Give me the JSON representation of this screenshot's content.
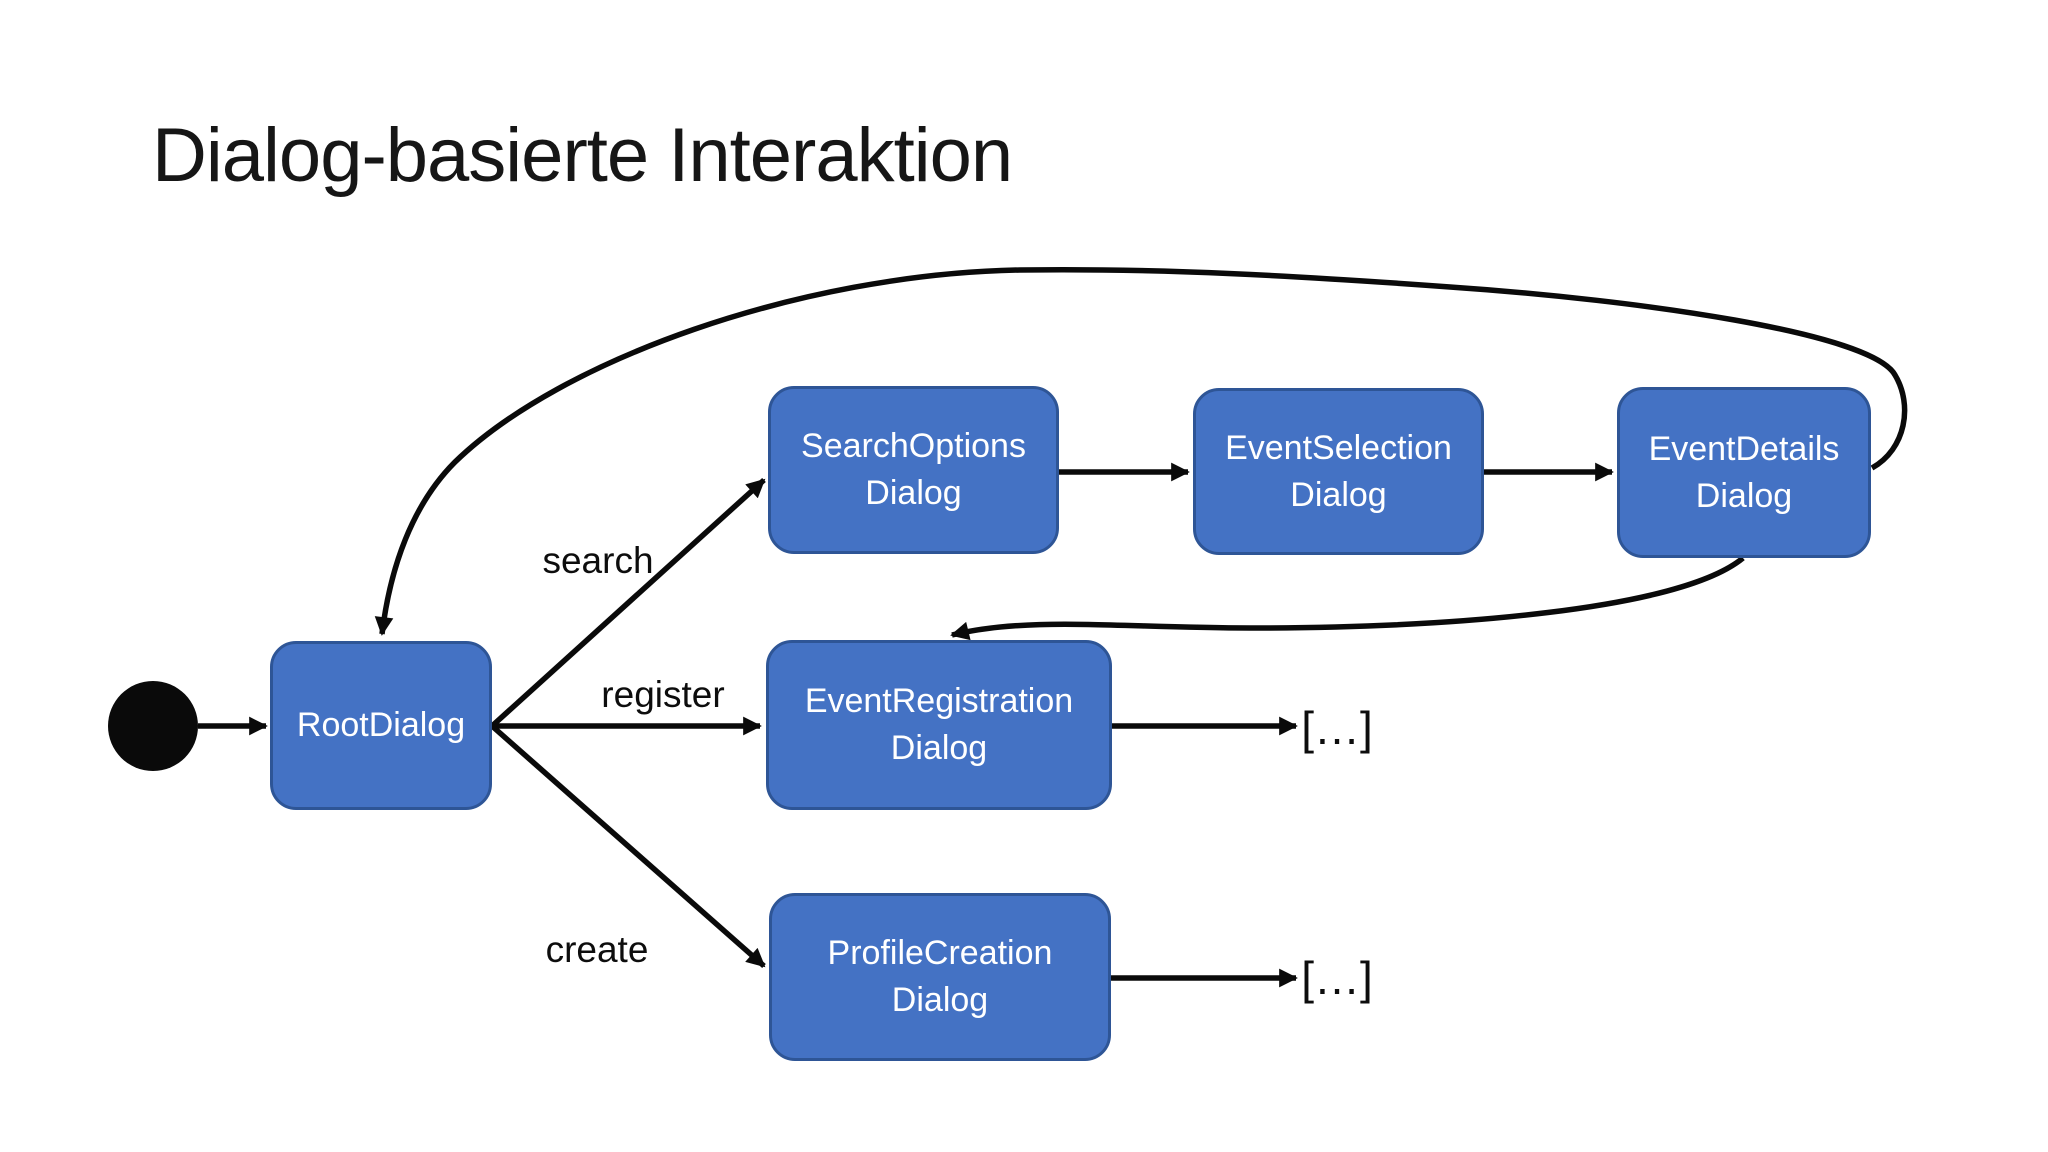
{
  "slide": {
    "title": "Dialog-basierte Interaktion"
  },
  "colors": {
    "node_fill": "#4472c4",
    "node_border": "#2e5596",
    "node_text": "#ffffff",
    "line": "#0a0a0a",
    "title_text": "#161616"
  },
  "diagram": {
    "type": "state-diagram",
    "start_state": "initial-state-dot",
    "nodes": {
      "root": {
        "label": "RootDialog"
      },
      "search_options": {
        "line1": "SearchOptions",
        "line2": "Dialog"
      },
      "event_selection": {
        "line1": "EventSelection",
        "line2": "Dialog"
      },
      "event_details": {
        "line1": "EventDetails",
        "line2": "Dialog"
      },
      "event_registration": {
        "line1": "EventRegistration",
        "line2": "Dialog"
      },
      "profile_creation": {
        "line1": "ProfileCreation",
        "line2": "Dialog"
      }
    },
    "edge_labels": {
      "search": "search",
      "register": "register",
      "create": "create",
      "registration_exit": "[…]",
      "profile_exit": "[…]"
    },
    "transitions": [
      {
        "from": "initial",
        "to": "RootDialog",
        "label": ""
      },
      {
        "from": "RootDialog",
        "to": "SearchOptionsDialog",
        "label": "search"
      },
      {
        "from": "SearchOptionsDialog",
        "to": "EventSelectionDialog",
        "label": ""
      },
      {
        "from": "EventSelectionDialog",
        "to": "EventDetailsDialog",
        "label": ""
      },
      {
        "from": "EventDetailsDialog",
        "to": "RootDialog",
        "label": ""
      },
      {
        "from": "EventDetailsDialog",
        "to": "EventRegistrationDialog",
        "label": ""
      },
      {
        "from": "RootDialog",
        "to": "EventRegistrationDialog",
        "label": "register"
      },
      {
        "from": "EventRegistrationDialog",
        "to": "[…]",
        "label": ""
      },
      {
        "from": "RootDialog",
        "to": "ProfileCreationDialog",
        "label": "create"
      },
      {
        "from": "ProfileCreationDialog",
        "to": "[…]",
        "label": ""
      }
    ]
  }
}
